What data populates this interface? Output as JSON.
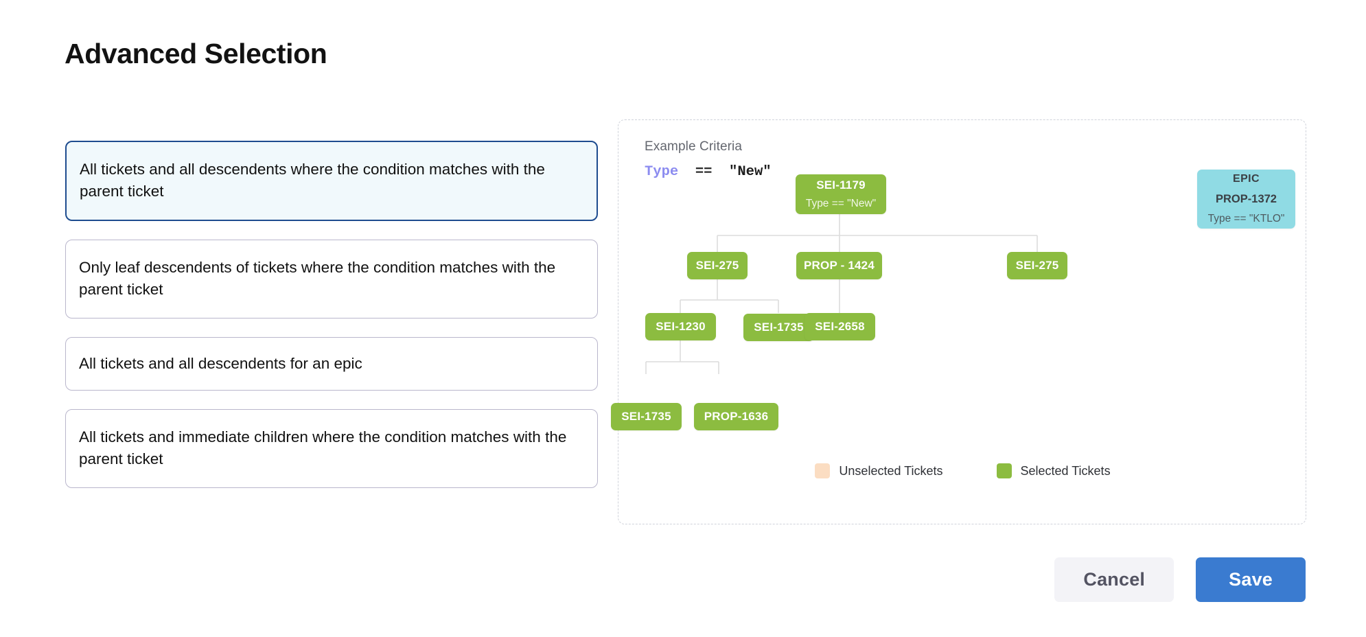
{
  "page": {
    "title": "Advanced Selection"
  },
  "options": [
    {
      "label": "All tickets and all descendents where the condition matches with the parent ticket",
      "selected": true
    },
    {
      "label": "Only leaf descendents of tickets where the condition matches with the parent ticket",
      "selected": false
    },
    {
      "label": "All tickets and all descendents for an epic",
      "selected": false
    },
    {
      "label": "All tickets and immediate children where the condition matches with the parent ticket",
      "selected": false
    }
  ],
  "diagram": {
    "criteria_title": "Example Criteria",
    "criteria_field": "Type",
    "criteria_operator": "==",
    "criteria_value": "\"New\"",
    "nodes": {
      "root": {
        "id": "SEI-1179",
        "sub": "Type == \"New\""
      },
      "epic": {
        "top": "EPIC",
        "id": "PROP-1372",
        "sub": "Type == \"KTLO\""
      },
      "r2_left": {
        "id": "SEI-275"
      },
      "r2_mid": {
        "id": "PROP - 1424"
      },
      "r2_right": {
        "id": "SEI-275"
      },
      "r3_left": {
        "id": "SEI-1230"
      },
      "r3_mid": {
        "id": "SEI-1735"
      },
      "r3_right": {
        "id": "SEI-2658"
      },
      "r4_left": {
        "id": "SEI-1735"
      },
      "r4_right": {
        "id": "PROP-1636"
      }
    },
    "legend": [
      {
        "label": "Unselected Tickets",
        "color": "#fbddc2"
      },
      {
        "label": "Selected Tickets",
        "color": "#8cbc40"
      }
    ]
  },
  "footer": {
    "cancel_label": "Cancel",
    "save_label": "Save"
  },
  "colors": {
    "selected_node": "#8cbc40",
    "epic_node": "#90dbe4",
    "unselected_swatch": "#fbddc2",
    "primary_button": "#3a7bd0",
    "selected_card_border": "#1e4c8f",
    "selected_card_bg": "#f1f9fc",
    "card_border": "#b9b6cc",
    "connector": "#dcdcdc"
  }
}
